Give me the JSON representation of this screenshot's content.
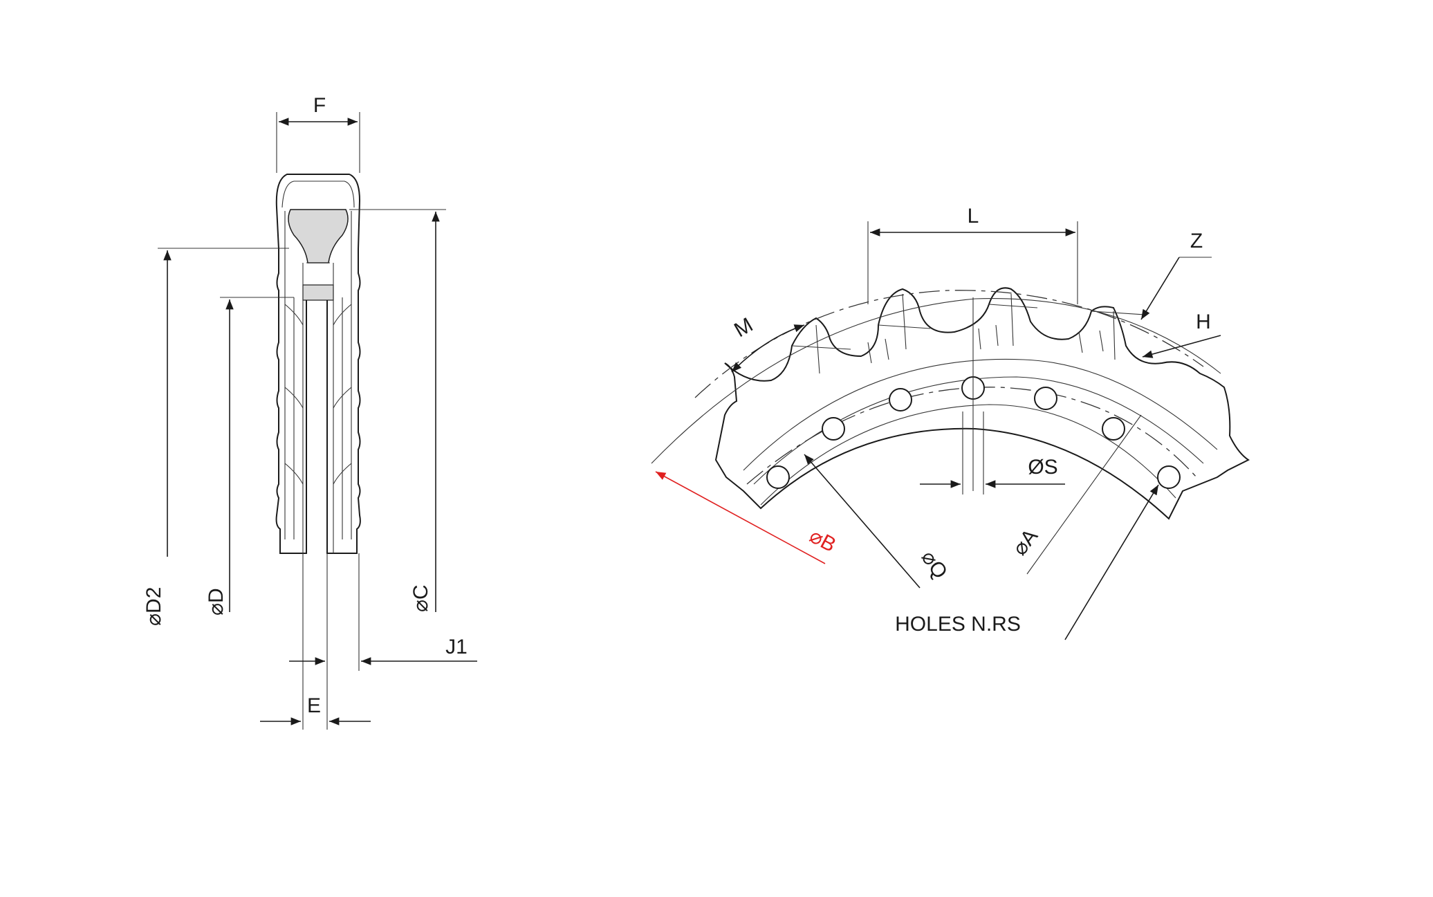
{
  "labels": {
    "F": "F",
    "D2": "⌀D2",
    "D": "⌀D",
    "C": "⌀C",
    "J1": "J1",
    "E": "E",
    "L": "L",
    "Z": "Z",
    "H": "H",
    "M": "M",
    "S": "ØS",
    "B": "⌀B",
    "Q": "⌀Q",
    "A": "⌀A",
    "holes": "HOLES N.RS"
  },
  "colors": {
    "line": "#1a1a1a",
    "highlight": "#e02020",
    "section_fill": "#d9d9d9"
  }
}
